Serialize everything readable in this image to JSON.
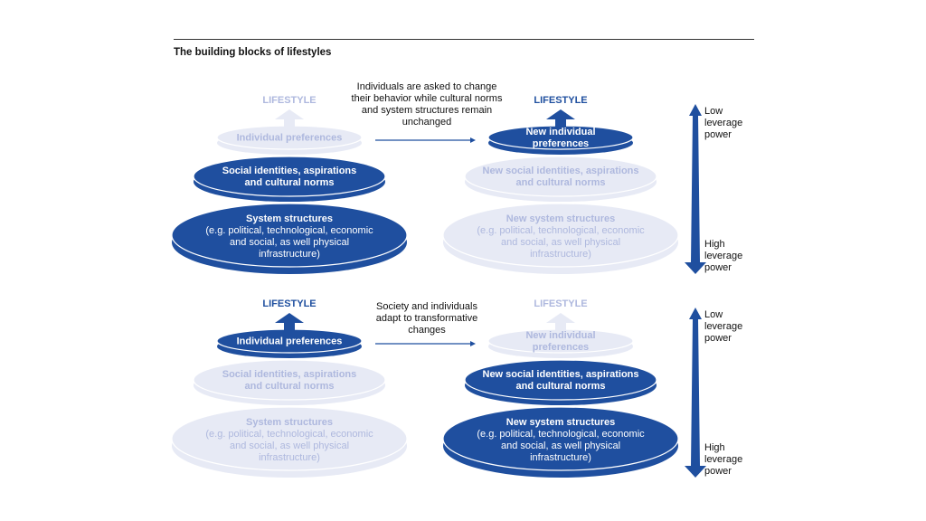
{
  "title": "The building blocks of lifestyles",
  "colors": {
    "active": "#1f4f9f",
    "inactive": "#e7eaf5",
    "active_text": "#ffffff",
    "inactive_text": "#aeb8de"
  },
  "transitions": [
    "Individuals are asked to change their behavior while cultural norms and system structures remain unchanged",
    "Society and individuals adapt to transformative changes"
  ],
  "leverage": {
    "low": "Low leverage power",
    "high": "High leverage power"
  },
  "stacks": [
    {
      "lifestyle": {
        "label": "LIFESTYLE",
        "active": false
      },
      "individual": {
        "title": "Individual preferences",
        "active": false
      },
      "social": {
        "title": "Social identities, aspirations",
        "title2": "and cultural norms",
        "active": true
      },
      "system": {
        "title": "System structures",
        "detail": "(e.g. political, technological, economic",
        "detail2": "and social, as well physical",
        "detail3": "infrastructure)",
        "active": true
      }
    },
    {
      "lifestyle": {
        "label": "LIFESTYLE",
        "active": true
      },
      "individual": {
        "title": "New individual",
        "title2": "preferences",
        "active": true
      },
      "social": {
        "title": "New social identities, aspirations",
        "title2": "and cultural norms",
        "active": false
      },
      "system": {
        "title": "New system structures",
        "detail": "(e.g. political, technological, economic",
        "detail2": "and social, as well physical",
        "detail3": "infrastructure)",
        "active": false
      }
    },
    {
      "lifestyle": {
        "label": "LIFESTYLE",
        "active": true
      },
      "individual": {
        "title": "Individual preferences",
        "active": true
      },
      "social": {
        "title": "Social identities, aspirations",
        "title2": "and cultural norms",
        "active": false
      },
      "system": {
        "title": "System structures",
        "detail": "(e.g. political, technological, economic",
        "detail2": "and social, as well physical",
        "detail3": "infrastructure)",
        "active": false
      }
    },
    {
      "lifestyle": {
        "label": "LIFESTYLE",
        "active": false
      },
      "individual": {
        "title": "New individual",
        "title2": "preferences",
        "active": false
      },
      "social": {
        "title": "New social identities, aspirations",
        "title2": "and cultural norms",
        "active": true
      },
      "system": {
        "title": "New system structures",
        "detail": "(e.g. political, technological, economic",
        "detail2": "and social, as well physical",
        "detail3": "infrastructure)",
        "active": true
      }
    }
  ]
}
